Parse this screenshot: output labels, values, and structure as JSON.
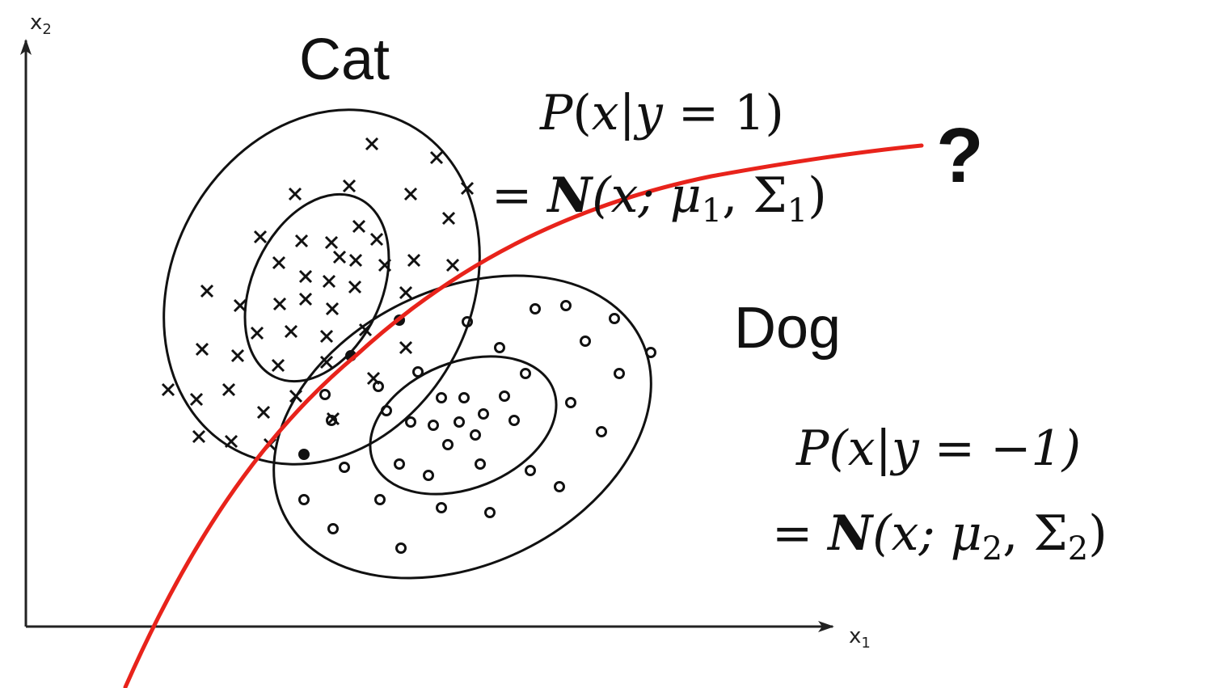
{
  "axes": {
    "x_label": "x",
    "x_sub": "1",
    "y_label": "x",
    "y_sub": "2"
  },
  "classes": {
    "cat": "Cat",
    "dog": "Dog"
  },
  "formula_cat": {
    "line1": [
      "P",
      "(",
      "x",
      "|",
      "y",
      " = 1)"
    ],
    "line2_eq": "= ",
    "line2_n": "N",
    "line2_rest": "(x; μ",
    "line2_sub1": "1",
    "line2_mid": ", Σ",
    "line2_sub2": "1",
    "line2_close": ")"
  },
  "formula_dog": {
    "line1_text": "P(x|y = −1)",
    "line2_eq": "= ",
    "line2_n": "N",
    "line2_rest": "(x; μ",
    "line2_sub1": "2",
    "line2_mid": ", Σ",
    "line2_sub2": "2",
    "line2_close": ")"
  },
  "question_mark": "?",
  "colors": {
    "ink": "#111111",
    "boundary": "#e8231b"
  }
}
